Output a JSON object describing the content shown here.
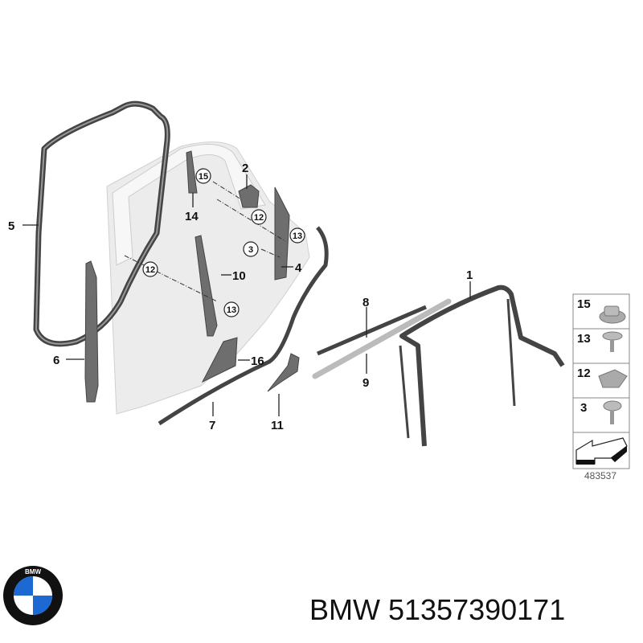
{
  "diagram": {
    "callouts": {
      "c1": "1",
      "c2": "2",
      "c3": "3",
      "c4": "4",
      "c5": "5",
      "c6": "6",
      "c7": "7",
      "c8": "8",
      "c9": "9",
      "c10": "10",
      "c11": "11",
      "c12a": "12",
      "c12b": "12",
      "c13a": "13",
      "c13b": "13",
      "c14": "14",
      "c15": "15",
      "c16": "16"
    },
    "legend": {
      "items": [
        {
          "number": "15",
          "icon": "clip-nut-icon"
        },
        {
          "number": "13",
          "icon": "screw-icon"
        },
        {
          "number": "12",
          "icon": "clip-nut-icon"
        },
        {
          "number": "3",
          "icon": "screw-icon"
        }
      ],
      "direction_icon": "arrow-icon"
    },
    "catalog_number": "483537"
  },
  "footer": {
    "brand": "BMW",
    "part_number_text": "BMW 51357390171",
    "logo_letters": "BMW",
    "colors": {
      "logo_blue": "#1c69d4",
      "logo_ring": "#111111"
    }
  }
}
